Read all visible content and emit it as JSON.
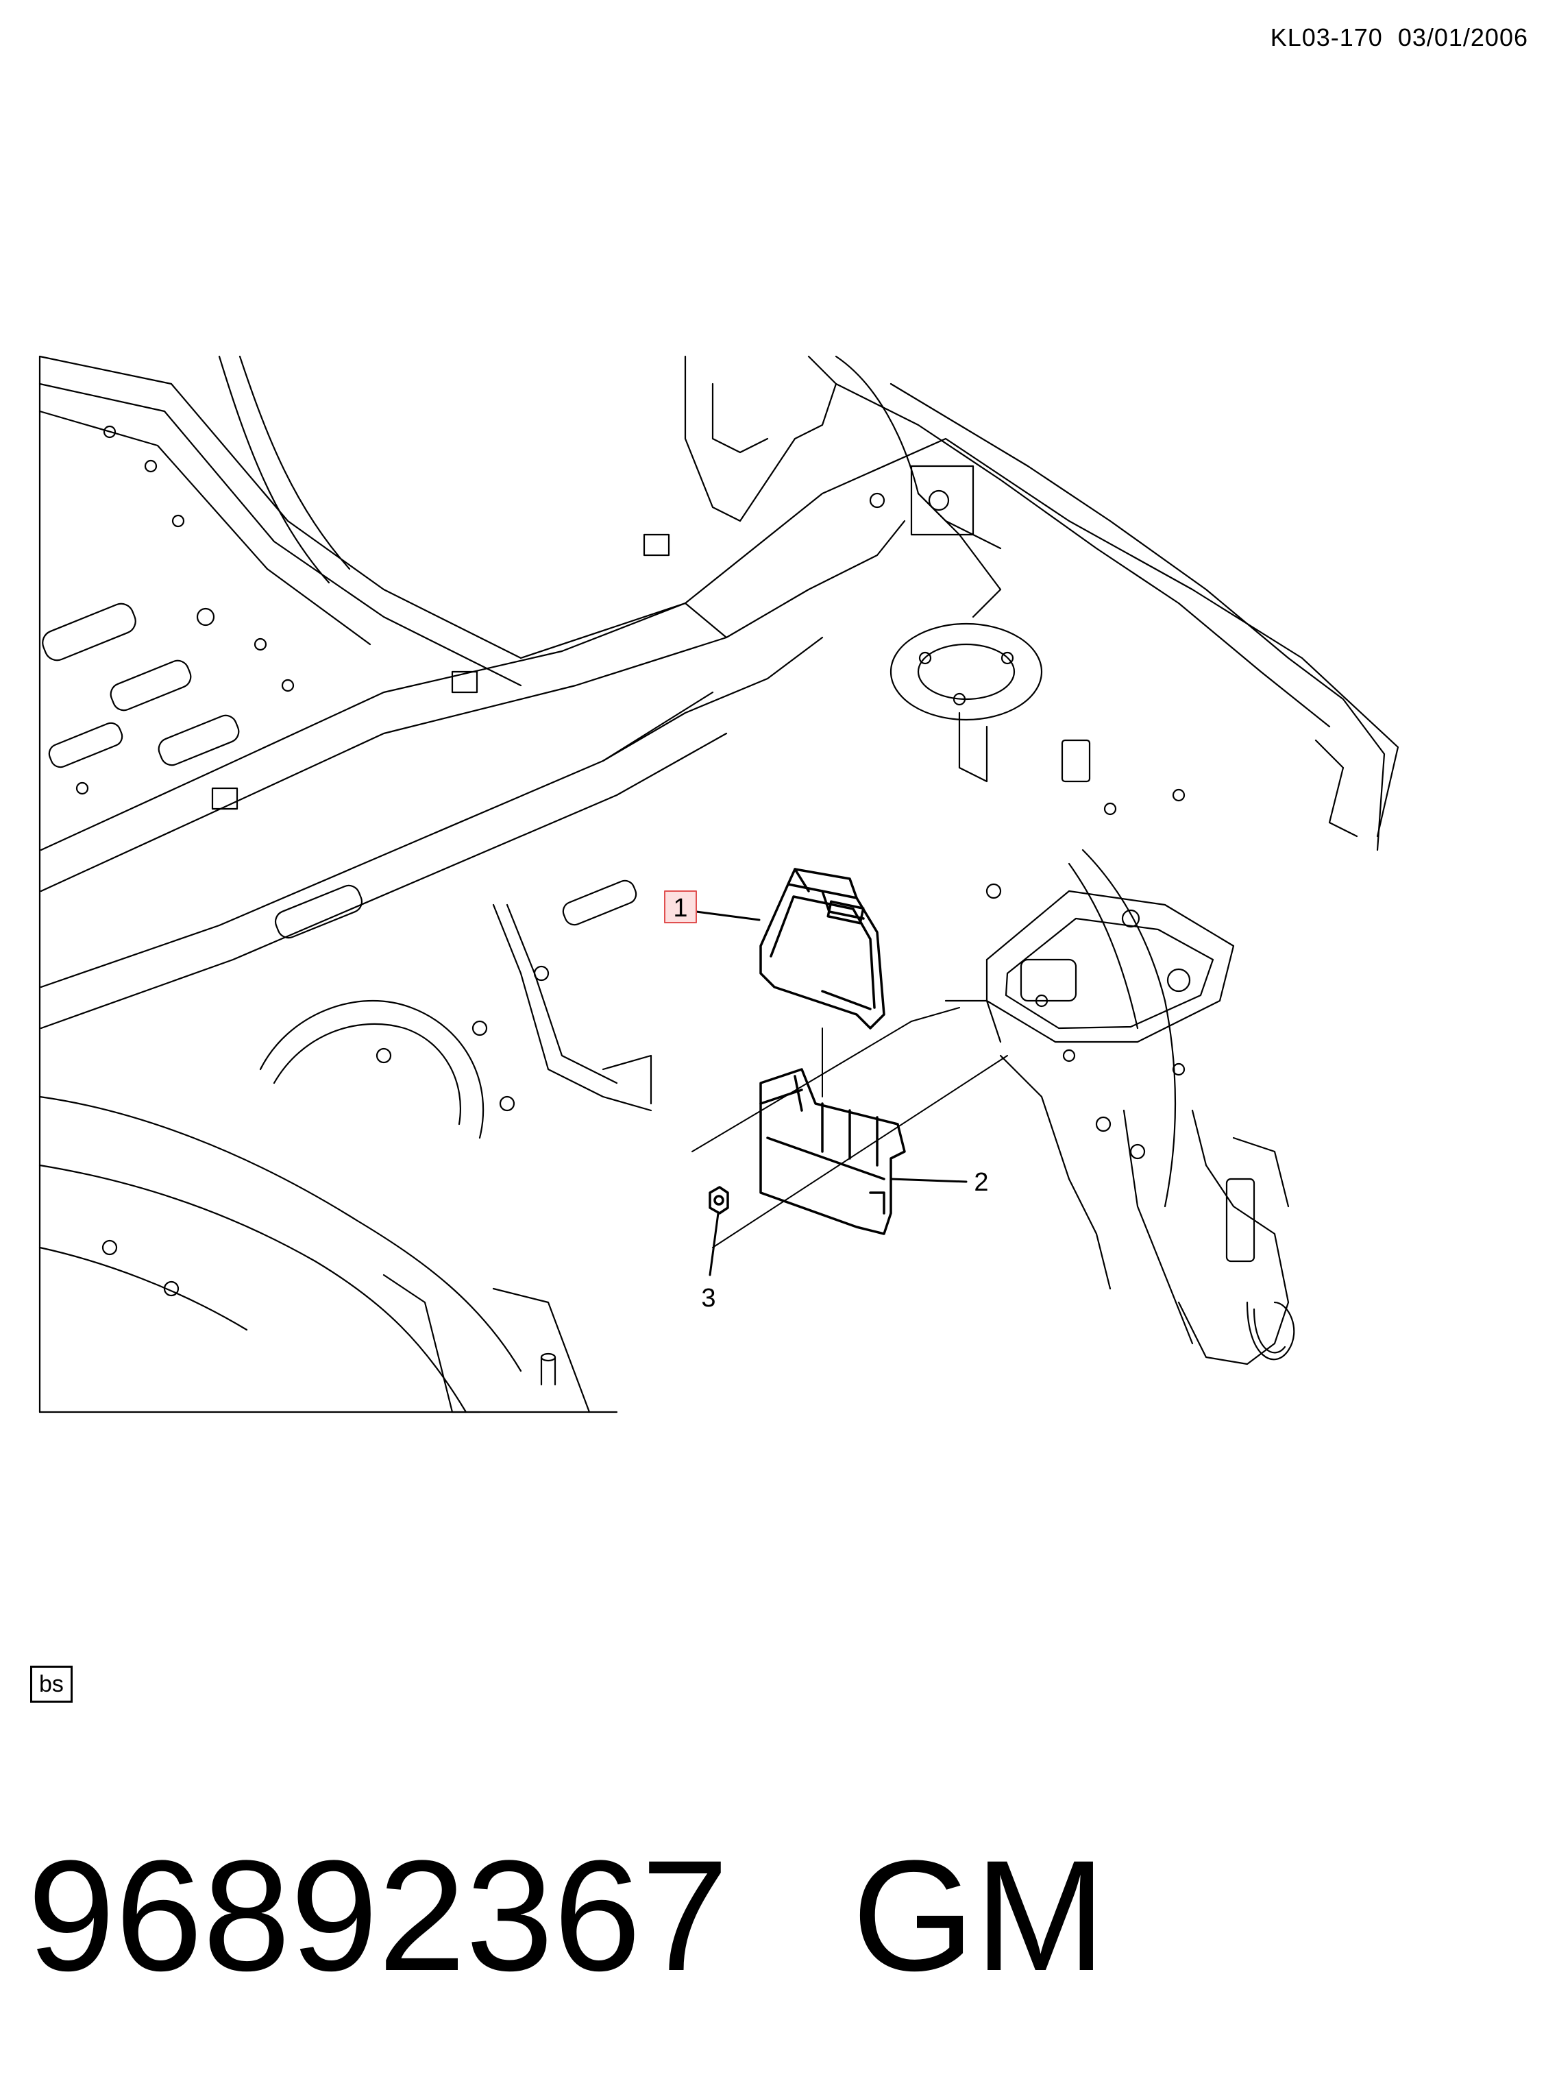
{
  "header": {
    "doc_code": "KL03-170  03/01/2006"
  },
  "callouts": [
    {
      "number": "1",
      "highlighted": true
    },
    {
      "number": "2",
      "highlighted": false
    },
    {
      "number": "3",
      "highlighted": false
    }
  ],
  "bs_label": "bs",
  "footer": {
    "part_number": "96892367",
    "brand": "GM"
  },
  "colors": {
    "line": "#000000",
    "highlight_fill": "#fde0e0",
    "highlight_stroke": "#e05050"
  }
}
